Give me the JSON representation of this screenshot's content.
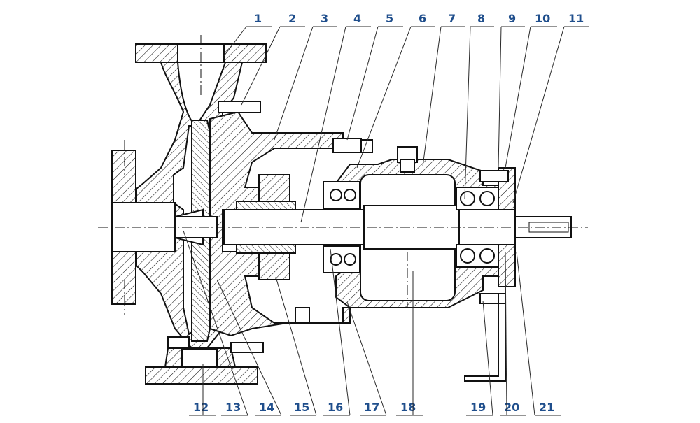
{
  "callouts": {
    "top": [
      "1",
      "2",
      "3",
      "4",
      "5",
      "6",
      "7",
      "8",
      "9",
      "10",
      "11"
    ],
    "bottom": [
      "12",
      "13",
      "14",
      "15",
      "16",
      "17",
      "18",
      "19",
      "20",
      "21"
    ]
  },
  "colors": {
    "label": "#1f4e8c",
    "line": "#111111"
  }
}
